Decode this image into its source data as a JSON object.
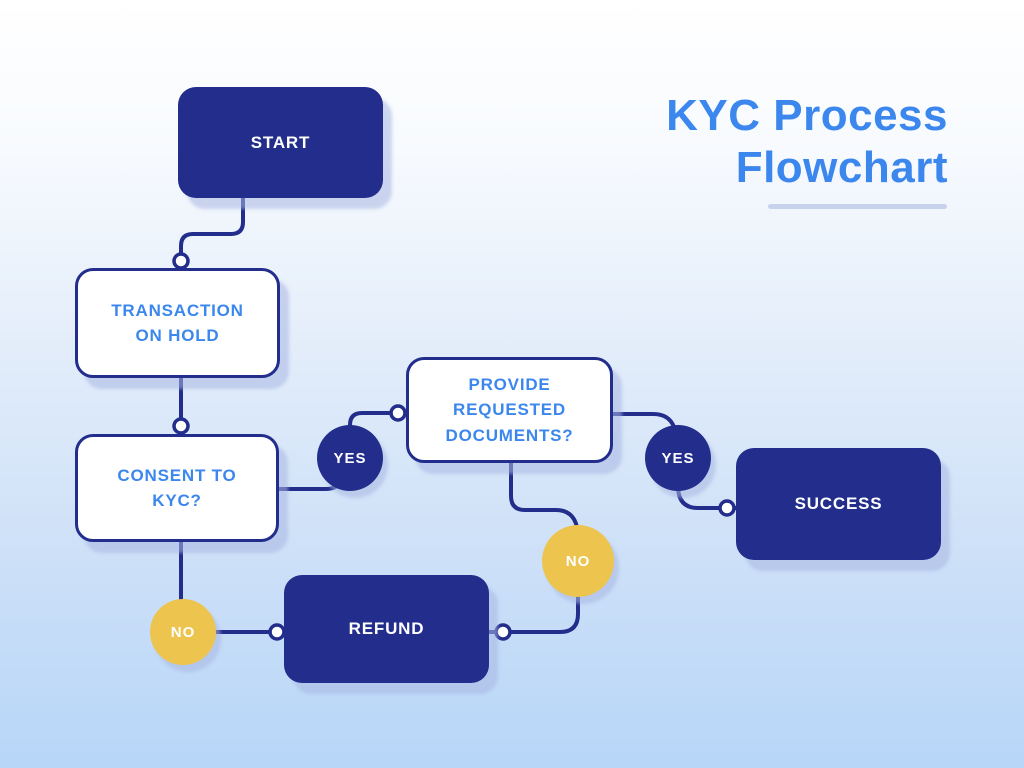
{
  "title": {
    "line1": "KYC Process",
    "line2": "Flowchart"
  },
  "nodes": {
    "start": {
      "label": "START"
    },
    "transaction": {
      "label": "TRANSACTION ON HOLD"
    },
    "consent": {
      "label": "CONSENT TO KYC?"
    },
    "documents": {
      "label": "PROVIDE REQUESTED DOCUMENTS?"
    },
    "success": {
      "label": "SUCCESS"
    },
    "refund": {
      "label": "REFUND"
    }
  },
  "edges": {
    "consent_yes": {
      "label": "YES"
    },
    "documents_yes": {
      "label": "YES"
    },
    "consent_no": {
      "label": "NO"
    },
    "documents_no": {
      "label": "NO"
    }
  },
  "colors": {
    "navy": "#222D8C",
    "blue": "#3B87EE",
    "yellow": "#ECC44E",
    "underline": "#C7D2ED",
    "background_top": "#FFFFFF",
    "background_bottom": "#B7D6F8"
  }
}
